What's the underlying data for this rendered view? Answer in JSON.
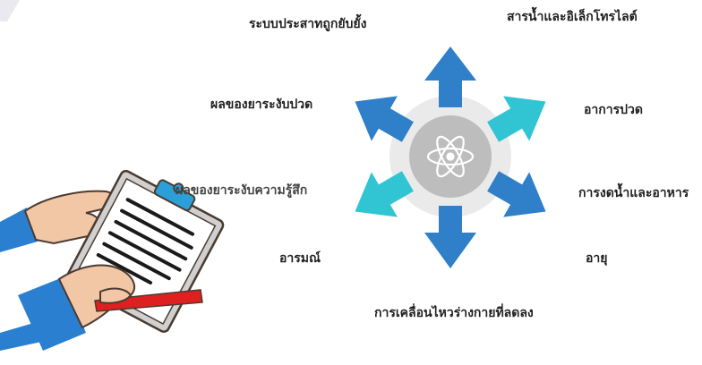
{
  "factors": {
    "top_left": "ระบบประสาทถูกยับยั้ง",
    "top_right": "สารน้ำและอิเล็กโทรไลต์",
    "mid_left": "ผลของยาระงับปวด",
    "mid_right": "อาการปวด",
    "low_left": "ผลของยาระงับความรู้สึก",
    "low_right": "การงดน้ำและอาหาร",
    "bot_left": "อารมณ์",
    "bot_right": "อายุ",
    "bottom": "การเคลื่อนไหวร่างกายที่ลดลง"
  },
  "colors": {
    "arrow_dark": "#2f7fc9",
    "arrow_light": "#31c5d3",
    "hub_outer": "#eaeaea",
    "hub_inner": "#bdbdbd",
    "pen_red": "#e02020",
    "sleeve_blue": "#2a7fd0"
  },
  "icons": {
    "hub": "atom-icon",
    "illustration": "clipboard-hand-illustration"
  }
}
